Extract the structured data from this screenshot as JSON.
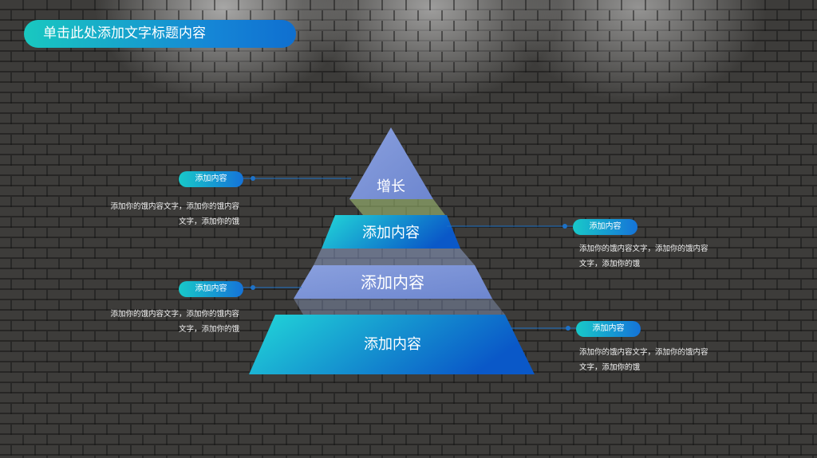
{
  "title": "单击此处添加文字标题内容",
  "pyramid": {
    "tier1": "增长",
    "tier2": "添加内容",
    "tier3": "添加内容",
    "tier4": "添加内容"
  },
  "callouts": [
    {
      "tag": "添加内容",
      "text": "添加你的饿内容文字，添加你的饿内容文字，添加你的饿"
    },
    {
      "tag": "添加内容",
      "text": "添加你的饿内容文字，添加你的饿内容文字，添加你的饿"
    },
    {
      "tag": "添加内容",
      "text": "添加你的饿内容文字，添加你的饿内容文字，添加你的饿"
    },
    {
      "tag": "添加内容",
      "text": "添加你的饿内容文字，添加你的饿内容文字，添加你的饿"
    }
  ],
  "colors": {
    "teal": "#19c8c0",
    "blue": "#1573d8",
    "periwinkle": "#7a93d6"
  }
}
